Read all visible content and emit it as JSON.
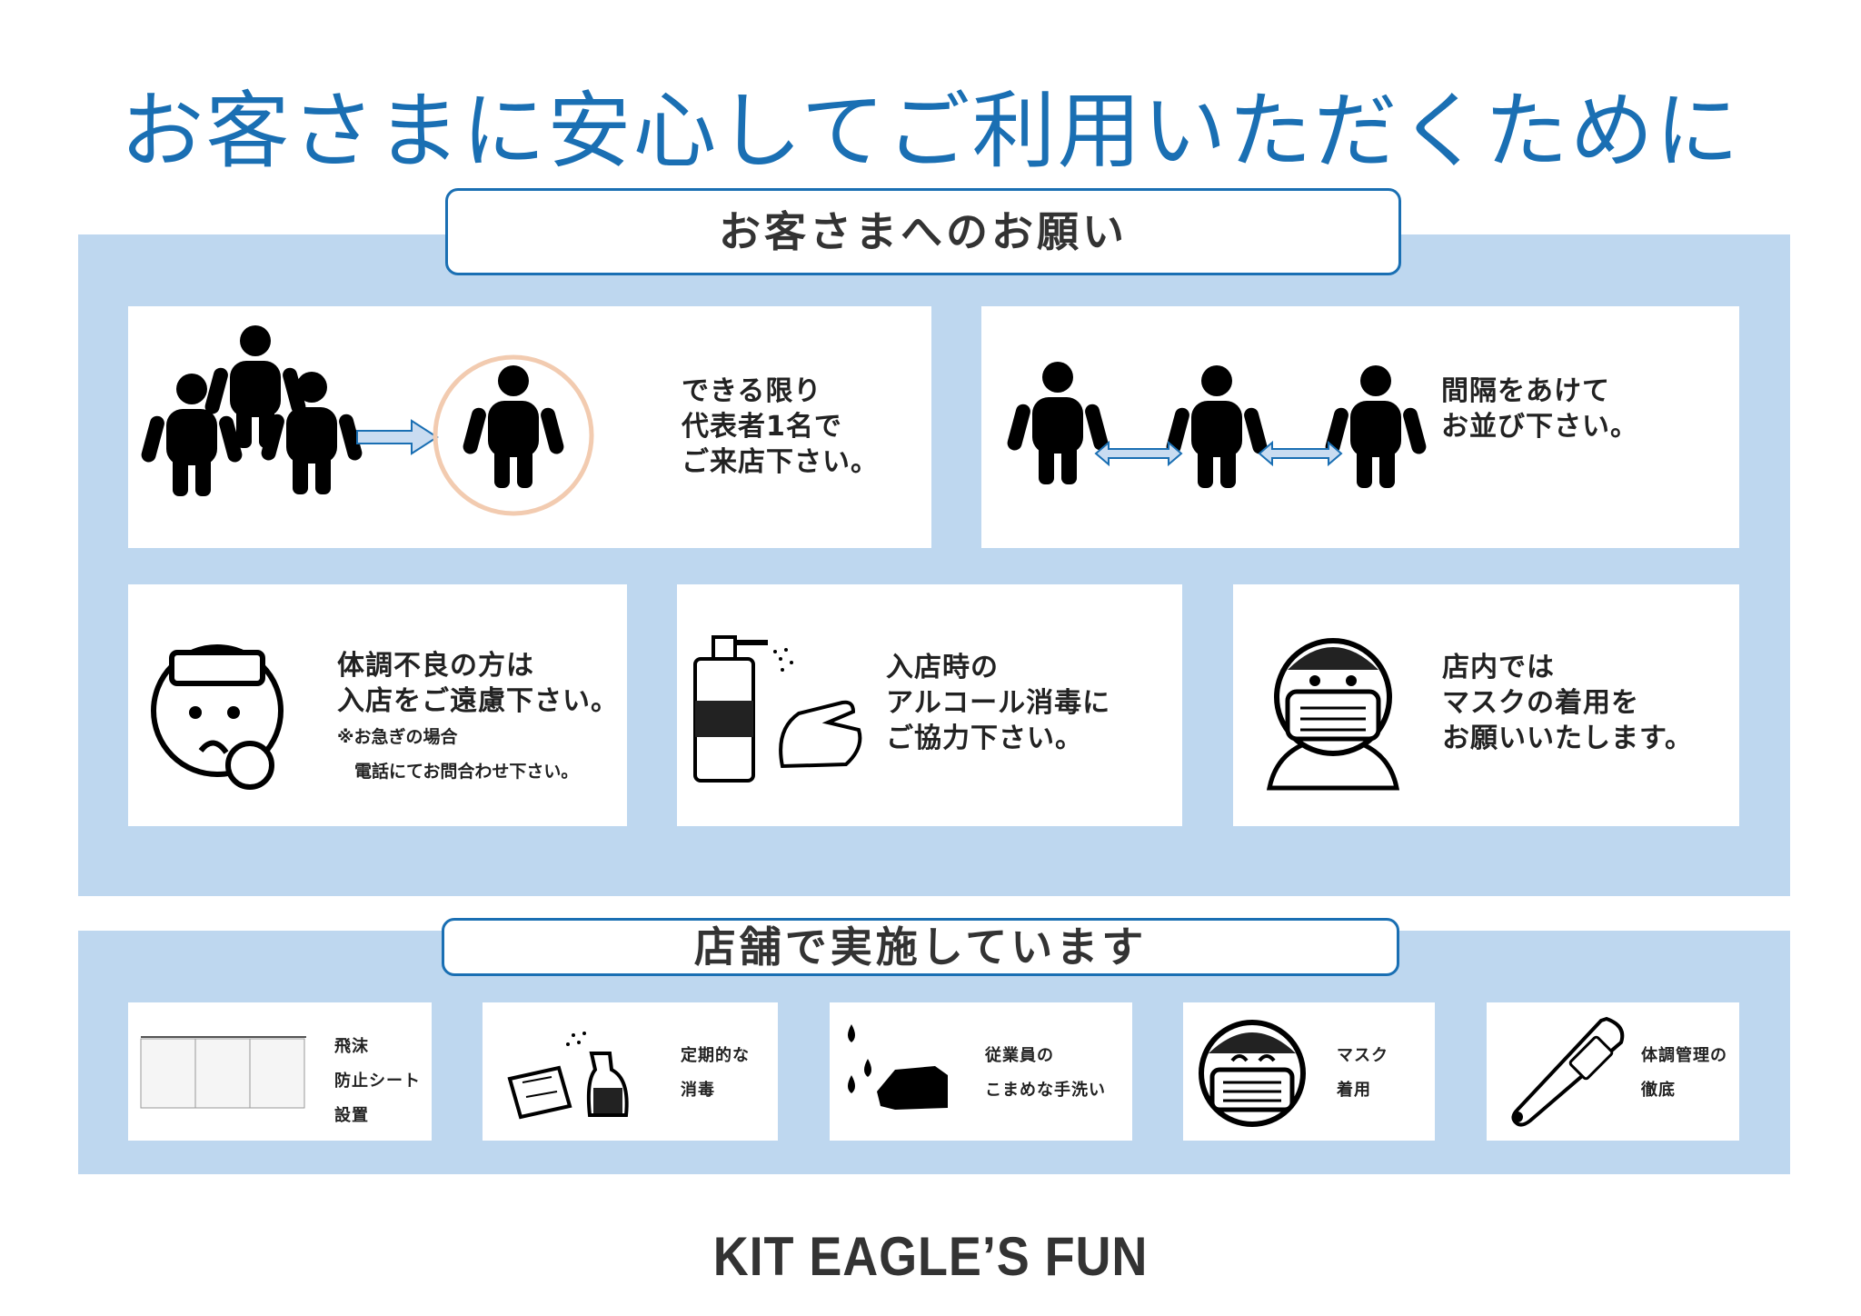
{
  "title": "お客さまに安心してご利用いただくために",
  "requests": {
    "heading": "お客さまへのお願い",
    "cards": [
      {
        "lines": [
          "できる限り",
          "代表者1名で",
          "ご来店下さい。"
        ]
      },
      {
        "lines": [
          "間隔をあけて",
          "お並び下さい。"
        ]
      },
      {
        "lines": [
          "体調不良の方は",
          "入店をご遠慮下さい。"
        ],
        "note_lines": [
          "※お急ぎの場合",
          "　電話にてお問合わせ下さい。"
        ]
      },
      {
        "lines": [
          "入店時の",
          "アルコール消毒に",
          "ご協力下さい。"
        ]
      },
      {
        "lines": [
          "店内では",
          "マスクの着用を",
          "お願いいたします。"
        ]
      }
    ]
  },
  "measures": {
    "heading": "店舗で実施しています",
    "items": [
      {
        "lines": [
          "飛沫",
          "防止シート",
          "設置"
        ]
      },
      {
        "lines": [
          "定期的な",
          "消毒"
        ]
      },
      {
        "lines": [
          "従業員の",
          "こまめな手洗い"
        ]
      },
      {
        "lines": [
          "マスク",
          "着用"
        ]
      },
      {
        "lines": [
          "体調管理の",
          "徹底"
        ]
      }
    ]
  },
  "brand": "KIT EAGLE’S FUN",
  "colors": {
    "accent": "#1a6fb3",
    "band": "#bed7ef",
    "arrow": "#c9dcf1",
    "highlight_circle": "#f2cbb0"
  },
  "icons": [
    "group-people-icon",
    "single-person-icon",
    "distanced-people-icon",
    "sick-person-icon",
    "hand-sanitizer-icon",
    "masked-person-icon",
    "splash-curtain-icon",
    "spray-cleaner-icon",
    "hand-washing-icon",
    "masked-staff-icon",
    "thermometer-icon"
  ]
}
